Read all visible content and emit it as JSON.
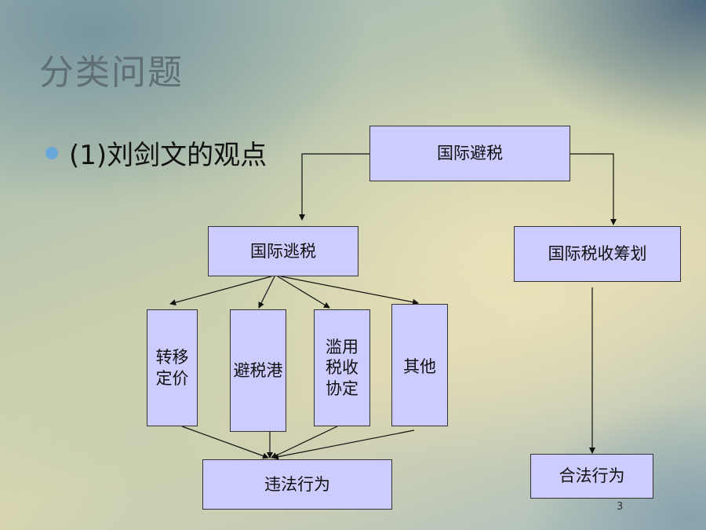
{
  "slide": {
    "title": "分类问题",
    "bullet": "(1)刘剑文的观点",
    "page_number": "3"
  },
  "diagram": {
    "root": "国际避税",
    "left_branch": "国际逃税",
    "right_branch": "国际税收筹划",
    "left_children": [
      "转移\n定价",
      "避税港",
      "滥用\n税收\n协定",
      "其他"
    ],
    "left_result": "违法行为",
    "right_result": "合法行为"
  }
}
